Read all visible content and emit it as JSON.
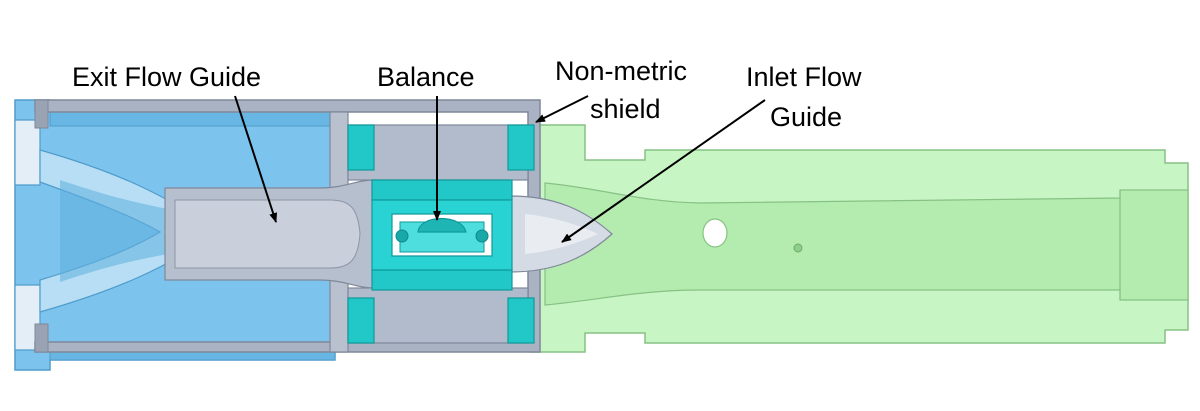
{
  "labels": {
    "exit_flow_guide": "Exit Flow Guide",
    "balance": "Balance",
    "non_metric_line1": "Non-metric",
    "non_metric_line2": "shield",
    "inlet_line1": "Inlet Flow",
    "inlet_line2": "Guide"
  },
  "colors": {
    "blue_part": "#7cc4ee",
    "blue_edge": "#4f9ccb",
    "green_part": "#c8f5c4",
    "green_edge": "#86c283",
    "gray_part": "#aab3c3",
    "gray_dark": "#7f889a",
    "cyan_part": "#22c8c8",
    "cyan_edge": "#0f9a9a",
    "label_text": "#000000"
  }
}
